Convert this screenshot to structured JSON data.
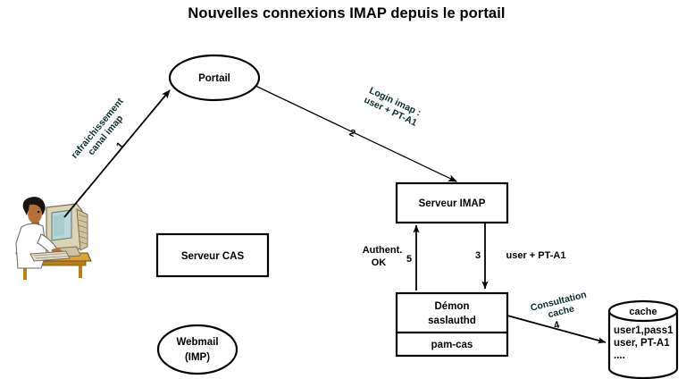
{
  "diagram": {
    "title": "Nouvelles connexions IMAP depuis le portail",
    "nodes": {
      "portail": {
        "label": "Portail",
        "shape": "ellipse"
      },
      "serveur_cas": {
        "label": "Serveur CAS",
        "shape": "rectangle"
      },
      "webmail": {
        "label_line1": "Webmail",
        "label_line2": "(IMP)",
        "shape": "ellipse"
      },
      "serveur_imap": {
        "label": "Serveur IMAP",
        "shape": "rectangle"
      },
      "demon": {
        "label_line1": "Démon",
        "label_line2": "saslauthd",
        "sub_label": "pam-cas",
        "shape": "rectangle"
      },
      "cache": {
        "label": "cache",
        "shape": "cylinder",
        "lines": [
          "user1,pass1",
          "user, PT-A1",
          "...."
        ]
      },
      "workstation": {
        "label": "user-at-computer-clipart",
        "shape": "image"
      }
    },
    "edges": [
      {
        "id": "edge-1",
        "from": "workstation",
        "to": "portail",
        "step": "1",
        "label_line1": "rafraichissement",
        "label_line2": "canal imap"
      },
      {
        "id": "edge-2",
        "from": "portail",
        "to": "serveur_imap",
        "step": "2",
        "label_line1": "Login imap :",
        "label_line2": "user + PT-A1"
      },
      {
        "id": "edge-3",
        "from": "serveur_imap",
        "to": "demon",
        "step": "3",
        "label_line1": "user + PT-A1",
        "label_line2": ""
      },
      {
        "id": "edge-4",
        "from": "demon",
        "to": "cache",
        "step": "4",
        "label_line1": "Consultation",
        "label_line2": "cache"
      },
      {
        "id": "edge-5",
        "from": "demon",
        "to": "serveur_imap",
        "step": "5",
        "label_line1": "Authent.",
        "label_line2": "OK"
      }
    ],
    "colors": {
      "background": "#ffffff",
      "stroke": "#000000",
      "edge_label_text": "#0d2b2b",
      "clipart_skin": "#b5703a",
      "clipart_hair": "#1a1410",
      "clipart_shirt": "#ffffff",
      "clipart_desk": "#d8a23c",
      "clipart_monitor": "#d8cdb0"
    }
  }
}
